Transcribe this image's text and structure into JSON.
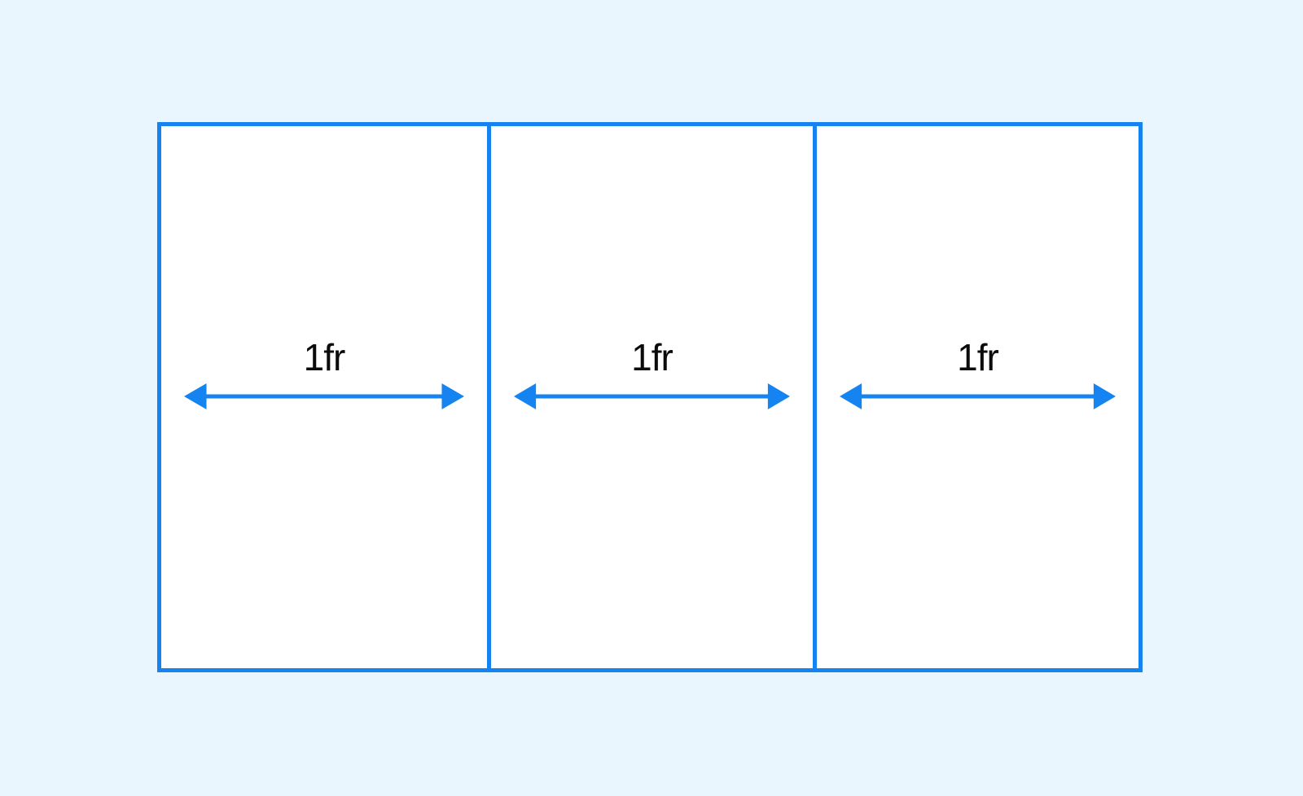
{
  "colors": {
    "background": "#eaf6fe",
    "accent": "#1584f0",
    "cell": "#ffffff",
    "text": "#0b0b0b"
  },
  "columns": [
    {
      "label": "1fr"
    },
    {
      "label": "1fr"
    },
    {
      "label": "1fr"
    }
  ]
}
